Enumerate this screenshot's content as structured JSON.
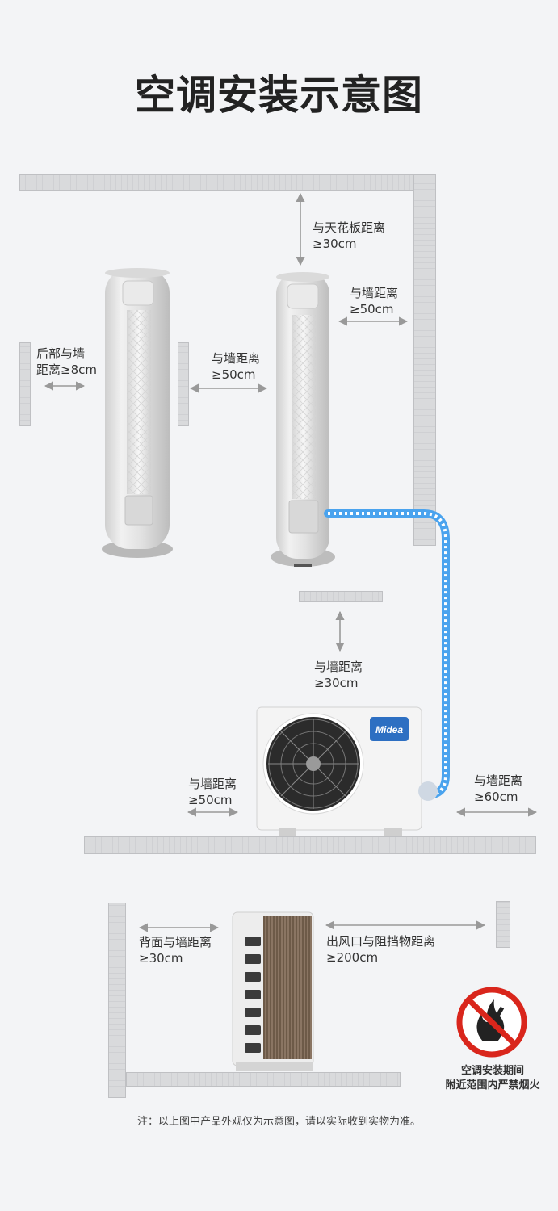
{
  "title": "空调安装示意图",
  "labels": {
    "ceiling": [
      "与天花板距离",
      "≥30cm"
    ],
    "back_wall": [
      "后部与墙",
      "距离≥8cm"
    ],
    "side_wall_left": [
      "与墙距离",
      "≥50cm"
    ],
    "side_wall_right": [
      "与墙距离",
      "≥50cm"
    ],
    "front_wall": [
      "与墙距离",
      "≥30cm"
    ],
    "outdoor_left": [
      "与墙距离",
      "≥50cm"
    ],
    "outdoor_right": [
      "与墙距离",
      "≥60cm"
    ],
    "outdoor_back": [
      "背面与墙距离",
      "≥30cm"
    ],
    "outdoor_outlet": [
      "出风口与阻挡物距离",
      "≥200cm"
    ]
  },
  "brand": "Midea",
  "warning": [
    "空调安装期间",
    "附近范围内严禁烟火"
  ],
  "note": "注：以上图中产品外观仅为示意图，请以实际收到实物为准。",
  "colors": {
    "pipe": "#4aa3ee",
    "warning_red": "#d9261c",
    "arrow": "#999999"
  }
}
